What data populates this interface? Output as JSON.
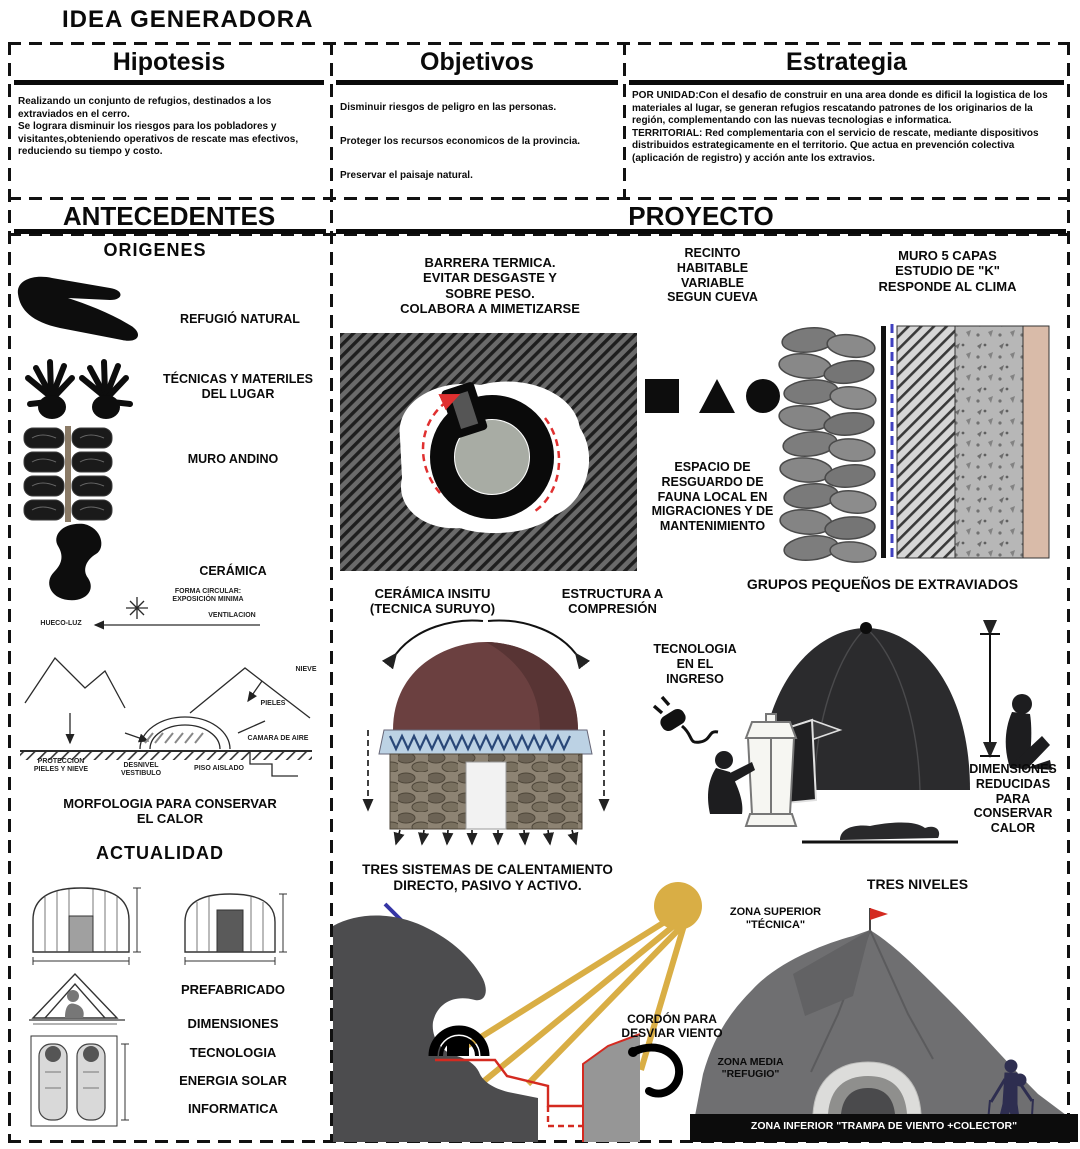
{
  "page": {
    "title": "IDEA GENERADORA"
  },
  "top": {
    "hipotesis": {
      "title": "Hipotesis",
      "body": "Realizando un conjunto de refugios, destinados a los extraviados en el cerro.\nSe lograra disminuir los riesgos para los pobladores y visitantes,obteniendo operativos de rescate mas efectivos, reduciendo su tiempo y costo."
    },
    "objetivos": {
      "title": "Objetivos",
      "items": [
        "Disminuir riesgos de peligro en las personas.",
        "Proteger los recursos economicos de la provincia.",
        "Preservar el paisaje natural."
      ]
    },
    "estrategia": {
      "title": "Estrategia",
      "body": "POR UNIDAD:Con el desafio de construir en una area donde es dificil la logistica de los materiales al lugar, se generan refugios rescatando patrones de los originarios de la región, complementando con las nuevas tecnologias e informatica.\nTERRITORIAL: Red complementaria con el servicio de rescate, mediante dispositivos distribuidos estrategicamente en el territorio. Que actua en prevención colectiva (aplicación de registro) y acción ante los extravios."
    }
  },
  "antecedentes": {
    "title": "ANTECEDENTES",
    "origenes": "ORIGENES",
    "refugio_natural": "REFUGIÓ NATURAL",
    "tecnicas": "TÉCNICAS Y MATERILES\nDEL LUGAR",
    "muro_andino": "MURO ANDINO",
    "ceramica": "CERÁMICA",
    "morfologia": "MORFOLOGIA PARA CONSERVAR\nEL CALOR",
    "actualidad": "ACTUALIDAD",
    "prefabricado": "PREFABRICADO",
    "dimensiones": "DIMENSIONES",
    "tecnologia": "TECNOLOGIA",
    "energia_solar": "ENERGIA SOLAR",
    "informatica": "INFORMATICA",
    "diagram_labels": {
      "forma": "FORMA CIRCULAR:\nEXPOSICIÓN MINIMA",
      "ventilacion": "VENTILACION",
      "hueco_luz": "HUECO-LUZ",
      "nieve": "NIEVE",
      "pieles": "PIELES",
      "camara": "CAMARA DE AIRE",
      "proteccion": "PROTECCION\nPIELES Y NIEVE",
      "desnivel": "DESNIVEL\nVESTIBULO",
      "piso": "PISO AISLADO"
    }
  },
  "proyecto": {
    "title": "PROYECTO",
    "barrera": "BARRERA TERMICA.\nEVITAR DESGASTE Y\nSOBRE PESO.\nCOLABORA A MIMETIZARSE",
    "recinto": "RECINTO\nHABITABLE\nVARIABLE\nSEGUN CUEVA",
    "muro5": "MURO 5 CAPAS\nESTUDIO DE \"K\"\nRESPONDE AL CLIMA",
    "espacio": "ESPACIO DE\nRESGUARDO DE\nFAUNA LOCAL EN\nMIGRACIONES Y DE\nMANTENIMIENTO",
    "grupos": "GRUPOS PEQUEÑOS DE EXTRAVIADOS",
    "ceramica_insitu": "CERÁMICA INSITU\n(TECNICA SURUYO)",
    "estructura": "ESTRUCTURA A\nCOMPRESIÓN",
    "tecnologia_ingreso": "TECNOLOGIA\nEN EL\nINGRESO",
    "dimensiones_reducidas": "DIMENSIONES\nREDUCIDAS\nPARA\nCONSERVAR\nCALOR",
    "tres_sistemas": "TRES SISTEMAS DE CALENTAMIENTO\nDIRECTO, PASIVO Y ACTIVO.",
    "tres_niveles": "TRES NIVELES",
    "zona_superior": "ZONA SUPERIOR\n\"TÉCNICA\"",
    "cordon": "CORDÓN PARA\nDESVIAR VIENTO",
    "zona_media": "ZONA MEDIA\n\"REFUGIO\"",
    "zona_inferior": "ZONA INFERIOR \"TRAMPA DE VIENTO +COLECTOR\""
  },
  "colors": {
    "accent_red": "#d42a20",
    "sun_yellow": "#d9ae45",
    "blue_line": "#3a3aa0",
    "dome_maroon": "#6b4343",
    "mountain_dark": "#4c4c4e",
    "mountain_mid": "#6f6f71"
  }
}
